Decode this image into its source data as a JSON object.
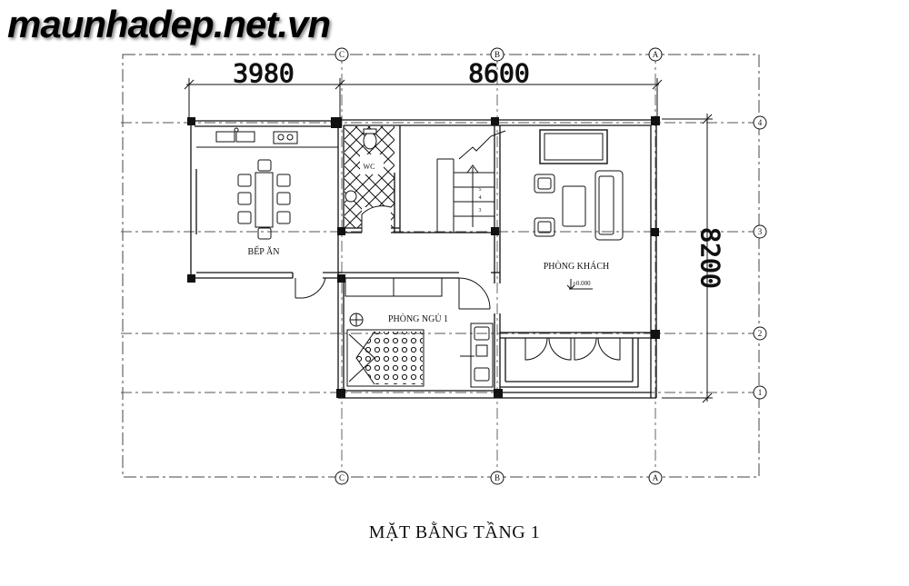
{
  "site": {
    "logo_text": "maunhadep.net.vn"
  },
  "plan": {
    "caption": "MẶT BẰNG TẦNG 1",
    "dimensions": {
      "left_width": "3980",
      "right_width": "8600",
      "depth": "8200"
    },
    "grid_labels": {
      "col_c": "C",
      "col_b": "B",
      "col_a": "A",
      "row_4": "4",
      "row_3": "3",
      "row_2": "2",
      "row_1": "1"
    },
    "rooms": {
      "kitchen": "BẾP ĂN",
      "wc": "WC",
      "living": "PHÒNG KHÁCH",
      "bedroom": "PHÒNG NGỦ 1"
    },
    "level_mark": "±0.000",
    "stair_numbers": [
      "5",
      "4",
      "3"
    ]
  }
}
